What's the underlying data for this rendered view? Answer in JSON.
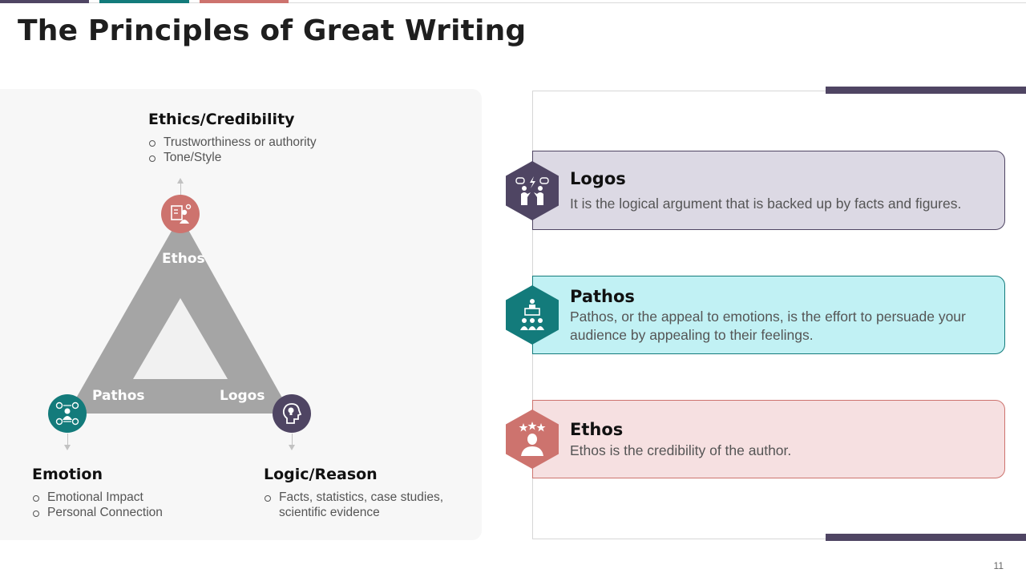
{
  "title": "The Principles of Great Writing",
  "page_number": "11",
  "colors": {
    "purple": "#4f4563",
    "teal": "#137b7b",
    "rose": "#cd736e",
    "gray_triangle": "#a5a5a5"
  },
  "triangle": {
    "labels": {
      "top": "Ethos",
      "left": "Pathos",
      "right": "Logos"
    },
    "icons": {
      "top": "presenter-icon",
      "left": "emotions-icon",
      "right": "head-bulb-icon"
    }
  },
  "sections": {
    "ethics": {
      "heading": "Ethics/Credibility",
      "bullets": [
        "Trustworthiness  or authority",
        "Tone/Style"
      ]
    },
    "emotion": {
      "heading": "Emotion",
      "bullets": [
        "Emotional Impact",
        "Personal Connection"
      ]
    },
    "logic": {
      "heading": "Logic/Reason",
      "bullets": [
        "Facts, statistics, case studies,",
        "scientific evidence"
      ]
    }
  },
  "cards": [
    {
      "title": "Logos",
      "text": "It is the logical argument that is backed up by facts and figures.",
      "icon": "debate-icon"
    },
    {
      "title": "Pathos",
      "text": "Pathos, or the appeal to emotions, is the effort to persuade your audience by appealing to their feelings.",
      "icon": "speaker-audience-icon"
    },
    {
      "title": "Ethos",
      "text": "Ethos is the credibility of the author.",
      "icon": "star-person-icon"
    }
  ]
}
